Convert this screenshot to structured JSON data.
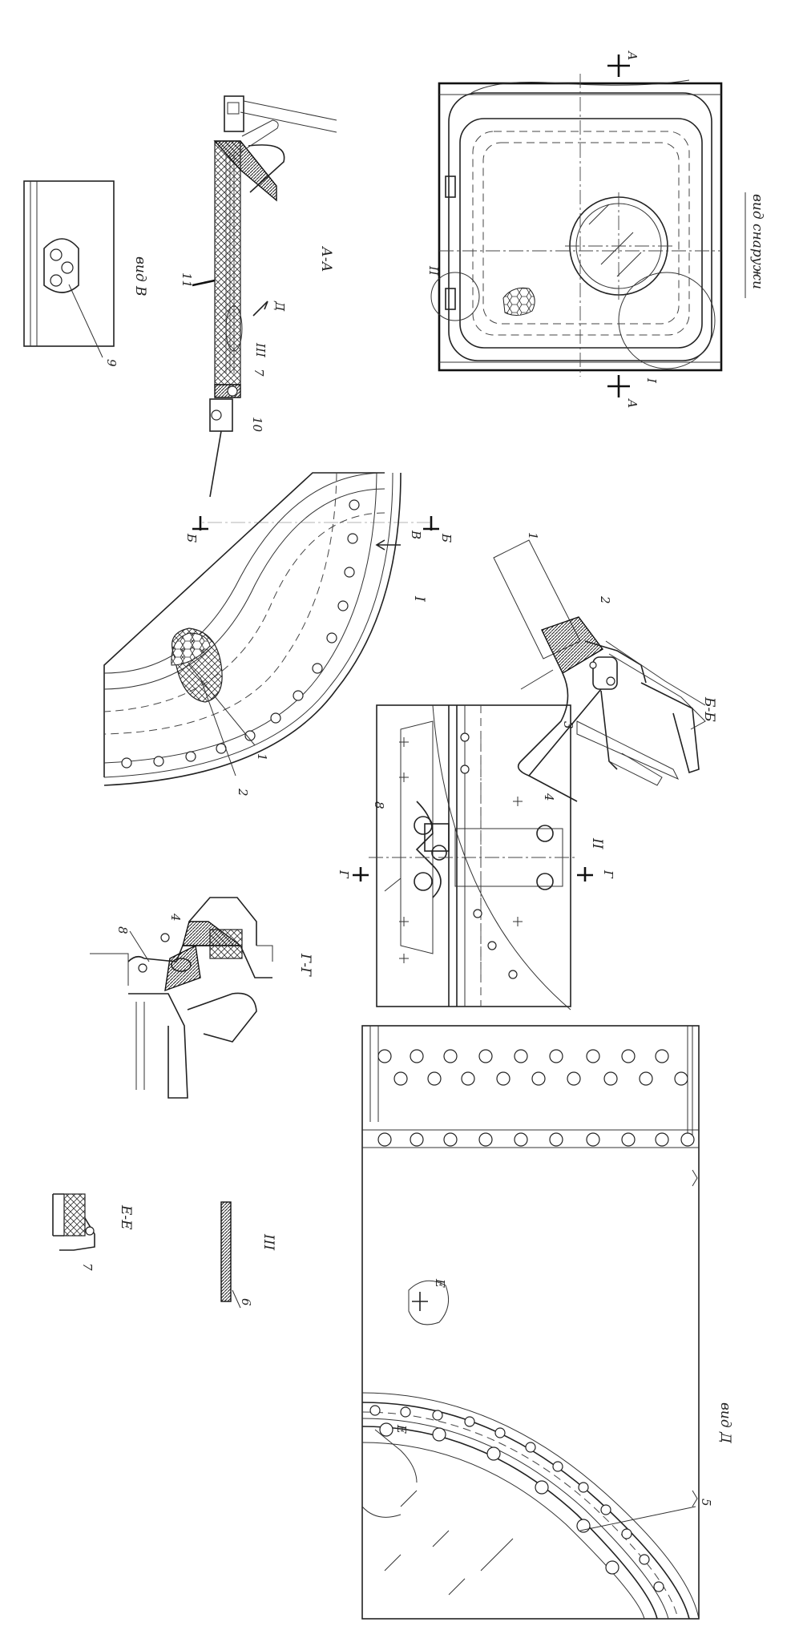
{
  "labels": {
    "view_outside": "вид снаружи",
    "section_aa": "А-А",
    "view_v": "вид В",
    "section_bb": "Б-Б",
    "detail_i": "I",
    "detail_ii": "II",
    "detail_iii": "III",
    "section_gg": "Г-Г",
    "section_ee": "Е-Е",
    "view_d": "вид Д",
    "cut_a": "А",
    "cut_b": "Б",
    "cut_g": "Г",
    "cut_e": "Е",
    "arrow_v": "В",
    "arrow_d": "Д"
  },
  "callouts": [
    "1",
    "2",
    "3",
    "4",
    "5",
    "6",
    "7",
    "8",
    "9",
    "10",
    "11"
  ],
  "detail_refs": [
    "I",
    "II",
    "III"
  ]
}
